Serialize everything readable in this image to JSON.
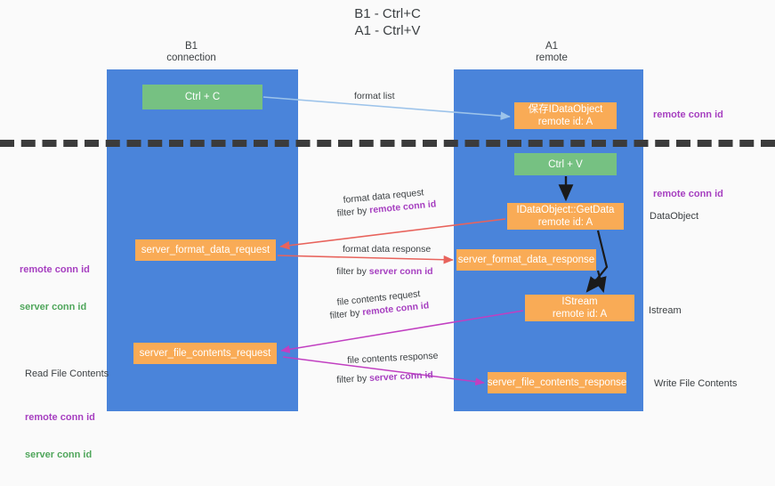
{
  "title": "B1 - Ctrl+C\nA1 - Ctrl+V",
  "columns": {
    "left": "B1\nconnection",
    "right": "A1\nremote"
  },
  "nodes": {
    "ctrl_c": "Ctrl + C",
    "idataobject_store": "保存IDataObject\nremote id: A",
    "ctrl_v": "Ctrl + V",
    "getdata": "IDataObject::GetData\nremote id: A",
    "server_format_data_request": "server_format_data_request",
    "server_format_data_response": "server_format_data_response",
    "istream": "IStream\nremote id: A",
    "server_file_contents_request": "server_file_contents_request",
    "server_file_contents_response": "server_file_contents_response"
  },
  "right_annotations": {
    "r1_remote_conn_id": "remote conn id",
    "r2_remote_conn_id": "remote conn id",
    "r3_dataobject": "DataObject",
    "r4_istream": "Istream",
    "r5_write_file_contents": "Write File Contents"
  },
  "left_annotations": {
    "l1_remote_conn_id": "remote conn id",
    "l1_server_conn_id": "server conn id",
    "l2_read_file_contents": "Read File Contents",
    "l2_remote_conn_id": "remote conn id",
    "l2_server_conn_id": "server conn id"
  },
  "edge_labels": {
    "format_list": "format list",
    "format_data_request": "format data request",
    "format_data_request_filter_prefix": "filter by ",
    "format_data_request_filter_key": "remote conn id",
    "format_data_response": "format data response",
    "format_data_response_filter_prefix": "filter by ",
    "format_data_response_filter_key": "server conn id",
    "file_contents_request": "file contents request",
    "file_contents_request_filter_prefix": "filter by ",
    "file_contents_request_filter_key": "remote conn id",
    "file_contents_response": "file contents response",
    "file_contents_response_filter_prefix": "filter by ",
    "file_contents_response_filter_key": "server conn id"
  },
  "colors": {
    "lane_blue": "#4a84da",
    "node_green": "#76c182",
    "node_orange": "#f9ab56",
    "accent_purple": "#a63fc0",
    "accent_green": "#4fa65b",
    "arrow_light_blue": "#9cc3ea",
    "arrow_red": "#e8635c",
    "arrow_magenta": "#c13fc1",
    "arrow_black": "#1a1a1a",
    "divider_black": "#3b3b3b",
    "background": "#fafafa"
  }
}
